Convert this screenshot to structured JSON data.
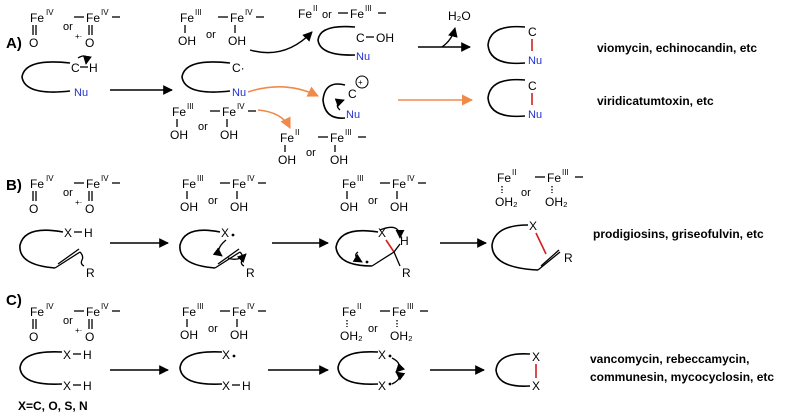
{
  "panels": {
    "A": {
      "label": "A)",
      "oxidant": {
        "fe": "Fe",
        "ox": "IV",
        "oxygen": "O",
        "or": "or",
        "plus": "+·"
      },
      "alkane": {
        "h": "H",
        "c": "C",
        "nu": "Nu"
      },
      "radical": {
        "c": "C·",
        "nu": "Nu"
      },
      "int1": {
        "fe": "Fe",
        "ox_a": "III",
        "ox_b": "IV",
        "oh": "OH",
        "or": "or"
      },
      "int2": {
        "fe": "Fe",
        "ox_a": "III",
        "ox_b": "IV",
        "oh": "OH",
        "or": "or"
      },
      "reduced1": {
        "fe": "Fe",
        "ox_a": "II",
        "ox_b": "III",
        "or": "or"
      },
      "reduced2": {
        "fe": "Fe",
        "ox_a": "II",
        "ox_b": "III",
        "oh": "OH",
        "or": "or"
      },
      "alcohol": {
        "c": "C",
        "oh": "OH",
        "nu": "Nu"
      },
      "cation": {
        "c": "C",
        "plus": "+",
        "nu": "Nu"
      },
      "water": "H₂O",
      "product": {
        "c": "C",
        "nu": "Nu"
      },
      "examples_top": "viomycin, echinocandin, etc",
      "examples_bottom": "viridicatumtoxin, etc"
    },
    "B": {
      "label": "B)",
      "oxidant": {
        "fe": "Fe",
        "ox": "IV",
        "oxygen": "O",
        "or": "or",
        "plus": "+·"
      },
      "int1": {
        "fe": "Fe",
        "ox_a": "III",
        "ox_b": "IV",
        "oh": "OH",
        "or": "or"
      },
      "int2": {
        "fe": "Fe",
        "ox_a": "III",
        "ox_b": "IV",
        "oh": "OH",
        "or": "or"
      },
      "reduced": {
        "fe": "Fe",
        "ox_a": "II",
        "ox_b": "III",
        "oh2": "OH₂",
        "or": "or"
      },
      "sub": {
        "x": "X",
        "h": "H",
        "r": "R"
      },
      "examples": "prodigiosins, griseofulvin, etc"
    },
    "C": {
      "label": "C)",
      "oxidant": {
        "fe": "Fe",
        "ox": "IV",
        "oxygen": "O",
        "or": "or",
        "plus": "+·"
      },
      "int1": {
        "fe": "Fe",
        "ox_a": "III",
        "ox_b": "IV",
        "oh": "OH",
        "or": "or"
      },
      "reduced": {
        "fe": "Fe",
        "ox_a": "II",
        "ox_b": "III",
        "oh2": "OH₂",
        "or": "or"
      },
      "sub": {
        "x": "X",
        "h": "H"
      },
      "xnote": "X=C, O, S, N",
      "examples_1": "vancomycin, rebeccamycin,",
      "examples_2": "communesin, mycocyclosin, etc"
    }
  }
}
